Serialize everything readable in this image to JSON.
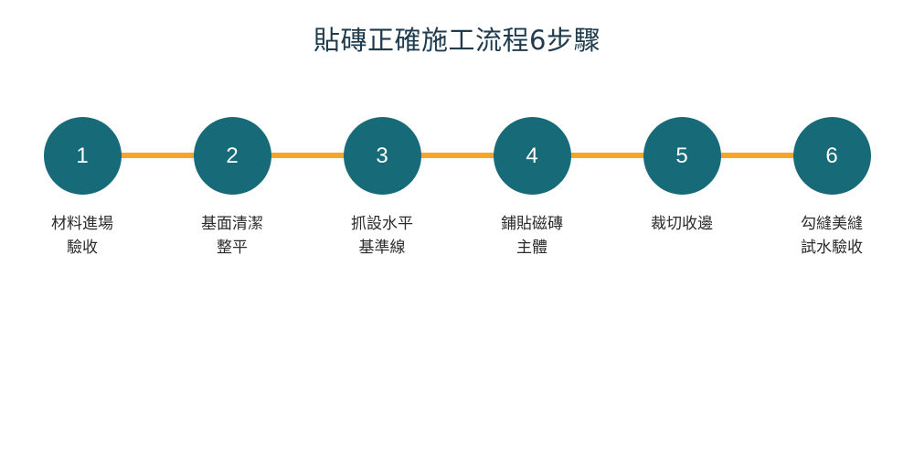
{
  "title": "貼磚正確施工流程6步驟",
  "colors": {
    "circle": "#176a78",
    "connector": "#f5a62a",
    "title": "#1f3b4d",
    "label": "#2b2b2b"
  },
  "steps": [
    {
      "number": "1",
      "label_lines": [
        "材料進場",
        "驗收"
      ]
    },
    {
      "number": "2",
      "label_lines": [
        "基面清潔",
        "整平"
      ]
    },
    {
      "number": "3",
      "label_lines": [
        "抓設水平",
        "基準線"
      ]
    },
    {
      "number": "4",
      "label_lines": [
        "鋪貼磁磚",
        "主體"
      ]
    },
    {
      "number": "5",
      "label_lines": [
        "裁切收邊"
      ]
    },
    {
      "number": "6",
      "label_lines": [
        "勾縫美縫",
        "試水驗收"
      ]
    }
  ]
}
